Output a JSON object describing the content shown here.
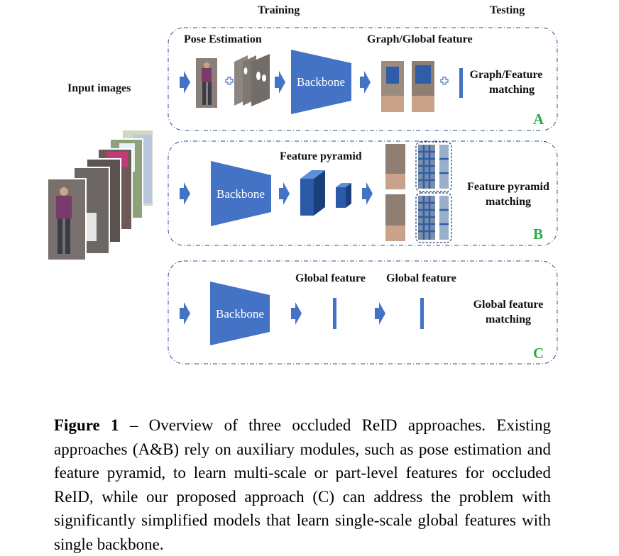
{
  "header": {
    "training": "Training",
    "testing": "Testing"
  },
  "input": {
    "label": "Input images"
  },
  "panel_a": {
    "letter": "A",
    "pose_label": "Pose Estimation",
    "backbone": "Backbone",
    "feature_label": "Graph/Global feature",
    "matching_line1": "Graph/Feature",
    "matching_line2": "matching"
  },
  "panel_b": {
    "letter": "B",
    "backbone": "Backbone",
    "pyramid_label": "Feature pyramid",
    "matching_line1": "Feature pyramid",
    "matching_line2": "matching"
  },
  "panel_c": {
    "letter": "C",
    "backbone": "Backbone",
    "feature1_label": "Global feature",
    "feature2_label": "Global feature",
    "matching_line1": "Global feature",
    "matching_line2": "matching"
  },
  "caption": {
    "label": "Figure 1",
    "text": " – Overview of three occluded ReID approaches. Existing approaches (A&B) rely on auxiliary modules, such as pose estimation and feature pyramid, to learn multi-scale or part-level features for occluded ReID, while our proposed approach (C) can address the problem with significantly simplified models that learn single-scale global features with single backbone."
  },
  "colors": {
    "accent_blue": "#4472c4",
    "dark_blue": "#1f4e79",
    "panel_letter_green": "#2aa84a"
  }
}
